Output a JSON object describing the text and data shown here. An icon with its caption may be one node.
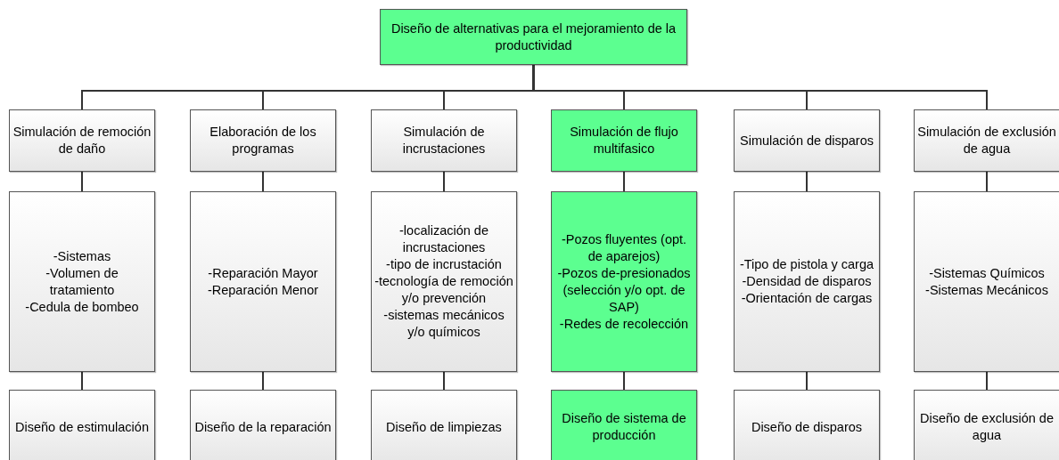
{
  "diagram": {
    "nodes": [
      {
        "text": [
          "Diseño de alternativas para el mejoramiento de la productividad"
        ]
      },
      {
        "text": [
          "Simulación de remoción de daño"
        ]
      },
      {
        "text": [
          "Elaboración de los programas"
        ]
      },
      {
        "text": [
          "Simulación de incrustaciones"
        ]
      },
      {
        "text": [
          "Simulación de flujo multifasico"
        ]
      },
      {
        "text": [
          "Simulación de disparos"
        ]
      },
      {
        "text": [
          "Simulación de exclusión de agua"
        ]
      },
      {
        "text": [
          "-Sistemas",
          "-Volumen de tratamiento",
          "-Cedula de bombeo"
        ]
      },
      {
        "text": [
          "-Reparación Mayor",
          "-Reparación Menor"
        ]
      },
      {
        "text": [
          "-localización de incrustaciones",
          "-tipo de incrustación",
          "-tecnología de remoción y/o prevención",
          "-sistemas mecánicos y/o químicos"
        ]
      },
      {
        "text": [
          "-Pozos fluyentes (opt. de aparejos)",
          "-Pozos de-presionados (selección y/o opt. de SAP)",
          "-Redes de recolección"
        ]
      },
      {
        "text": [
          "-Tipo de pistola y carga",
          "-Densidad de disparos",
          "-Orientación de cargas"
        ]
      },
      {
        "text": [
          "-Sistemas Químicos",
          "-Sistemas Mecánicos"
        ]
      },
      {
        "text": [
          "Diseño de estimulación"
        ]
      },
      {
        "text": [
          "Diseño de la reparación"
        ]
      },
      {
        "text": [
          "Diseño de limpiezas"
        ]
      },
      {
        "text": [
          "Diseño de sistema de producción"
        ]
      },
      {
        "text": [
          "Diseño de disparos"
        ]
      },
      {
        "text": [
          "Diseño de exclusión de agua"
        ]
      }
    ],
    "edges": [
      {
        "from": 0,
        "to": 1,
        "arrow": "none"
      },
      {
        "from": 0,
        "to": 2,
        "arrow": "none"
      },
      {
        "from": 0,
        "to": 3,
        "arrow": "none"
      },
      {
        "from": 0,
        "to": 4,
        "arrow": "none"
      },
      {
        "from": 0,
        "to": 5,
        "arrow": "none"
      },
      {
        "from": 0,
        "to": 6,
        "arrow": "none"
      },
      {
        "from": 1,
        "to": 7,
        "arrow": "none"
      },
      {
        "from": 2,
        "to": 8,
        "arrow": "none"
      },
      {
        "from": 3,
        "to": 9,
        "arrow": "none"
      },
      {
        "from": 4,
        "to": 10,
        "arrow": "none"
      },
      {
        "from": 5,
        "to": 11,
        "arrow": "none"
      },
      {
        "from": 6,
        "to": 12,
        "arrow": "none"
      },
      {
        "from": 7,
        "to": 13,
        "arrow": "none"
      },
      {
        "from": 8,
        "to": 14,
        "arrow": "none"
      },
      {
        "from": 9,
        "to": 15,
        "arrow": "none"
      },
      {
        "from": 10,
        "to": 16,
        "arrow": "none"
      },
      {
        "from": 11,
        "to": 17,
        "arrow": "none"
      },
      {
        "from": 12,
        "to": 18,
        "arrow": "none"
      }
    ]
  }
}
